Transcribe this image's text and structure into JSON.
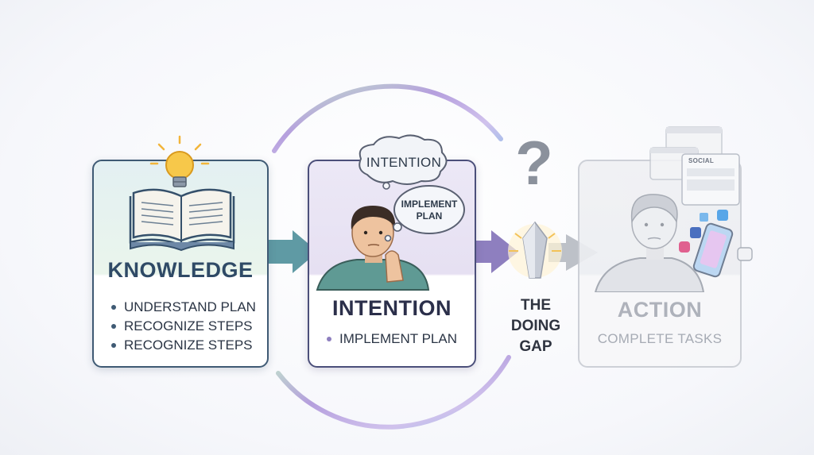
{
  "knowledge": {
    "title": "KNOWLEDGE",
    "bullets": [
      "UNDERSTAND PLAN",
      "RECOGNIZE STEPS",
      "RECOGNIZE STEPS"
    ]
  },
  "intention": {
    "title": "INTENTION",
    "bullets": [
      "IMPLEMENT PLAN"
    ],
    "cloud_main": "INTENTION",
    "cloud_sub_line1": "IMPLEMENT",
    "cloud_sub_line2": "PLAN"
  },
  "gap": {
    "symbol": "?",
    "line1": "THE",
    "line2": "DOING",
    "line3": "GAP"
  },
  "action": {
    "title": "ACTION",
    "subtitle": "COMPLETE TASKS",
    "social_label": "SOCIAL"
  },
  "colors": {
    "knowledge_border": "#3f5a74",
    "intention_border": "#4b4f7a",
    "arrow_teal": "#5f9aa4",
    "arrow_purple": "#8e7fbf",
    "arrow_grey": "#b7bbc3",
    "ring_green": "#9fd3b0",
    "ring_purple": "#a58fd6",
    "ring_blue": "#8fb2e6"
  }
}
